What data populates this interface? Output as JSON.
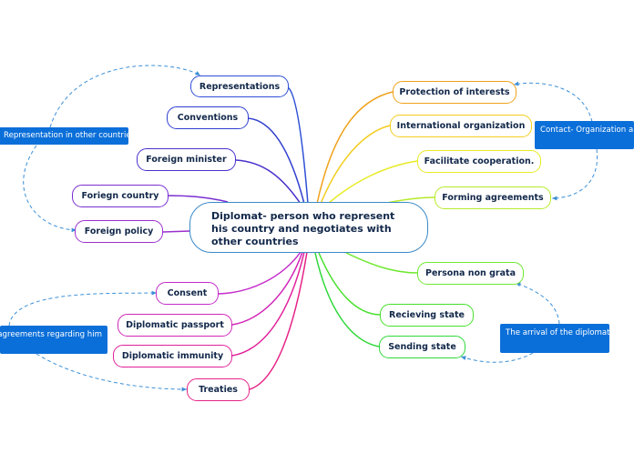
{
  "center": {
    "lines": [
      "Diplomat- person who represent",
      "his country and negotiates with",
      "other countries"
    ]
  },
  "left_nodes": {
    "representations": "Representations",
    "conventions": "Conventions",
    "foreign_minister": "Foreign minister",
    "foreign_country": "Foriegn country",
    "foreign_policy": "Foreign policy",
    "consent": "Consent",
    "diplomatic_passport": "Diplomatic passport",
    "diplomatic_immunity": "Diplomatic immunity",
    "treaties": "Treaties"
  },
  "right_nodes": {
    "protection_of_interests": "Protection of interests",
    "international_organization": "International organization",
    "facilitate_cooperation": "Facilitate cooperation.",
    "forming_agreements": "Forming agreements",
    "persona_non_grata": "Persona non grata",
    "receiving_state": "Recieving state",
    "sending_state": "Sending state"
  },
  "notes": {
    "representation": "Representation in other countries",
    "contact": "Contact- Organization and",
    "agreements": "e agreements regarding him",
    "arrival": "The arrival of the diplomat"
  },
  "colors": {
    "representations": "#2d4fd6",
    "conventions": "#2f3fcf",
    "foreign_minister": "#4a32cc",
    "foreign_country": "#7a2ed0",
    "foreign_policy": "#9b2fcd",
    "consent": "#c32bc9",
    "diplomatic_passport": "#d126b8",
    "diplomatic_immunity": "#e0209a",
    "treaties": "#e62488",
    "protection_of_interests": "#f0a11a",
    "international_organization": "#f3cd1e",
    "facilitate_cooperation": "#e8eb22",
    "forming_agreements": "#b6ea2a",
    "persona_non_grata": "#6ee830",
    "receiving_state": "#45e02a",
    "sending_state": "#2fd83a",
    "center_border": "#3a8ac9",
    "note_bg": "#0b6fd9",
    "dashed_link": "#3b8fd6"
  }
}
